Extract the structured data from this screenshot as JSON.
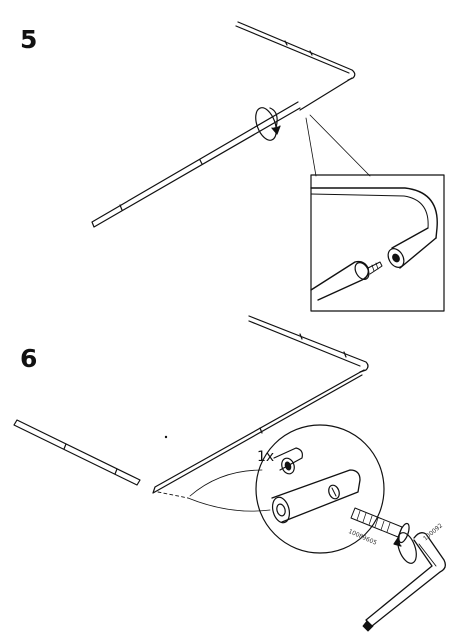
{
  "steps": [
    {
      "number": "5"
    },
    {
      "number": "6",
      "quantity_label": "1x",
      "screw_part_number": "10089605",
      "key_part_number": "100092"
    }
  ]
}
